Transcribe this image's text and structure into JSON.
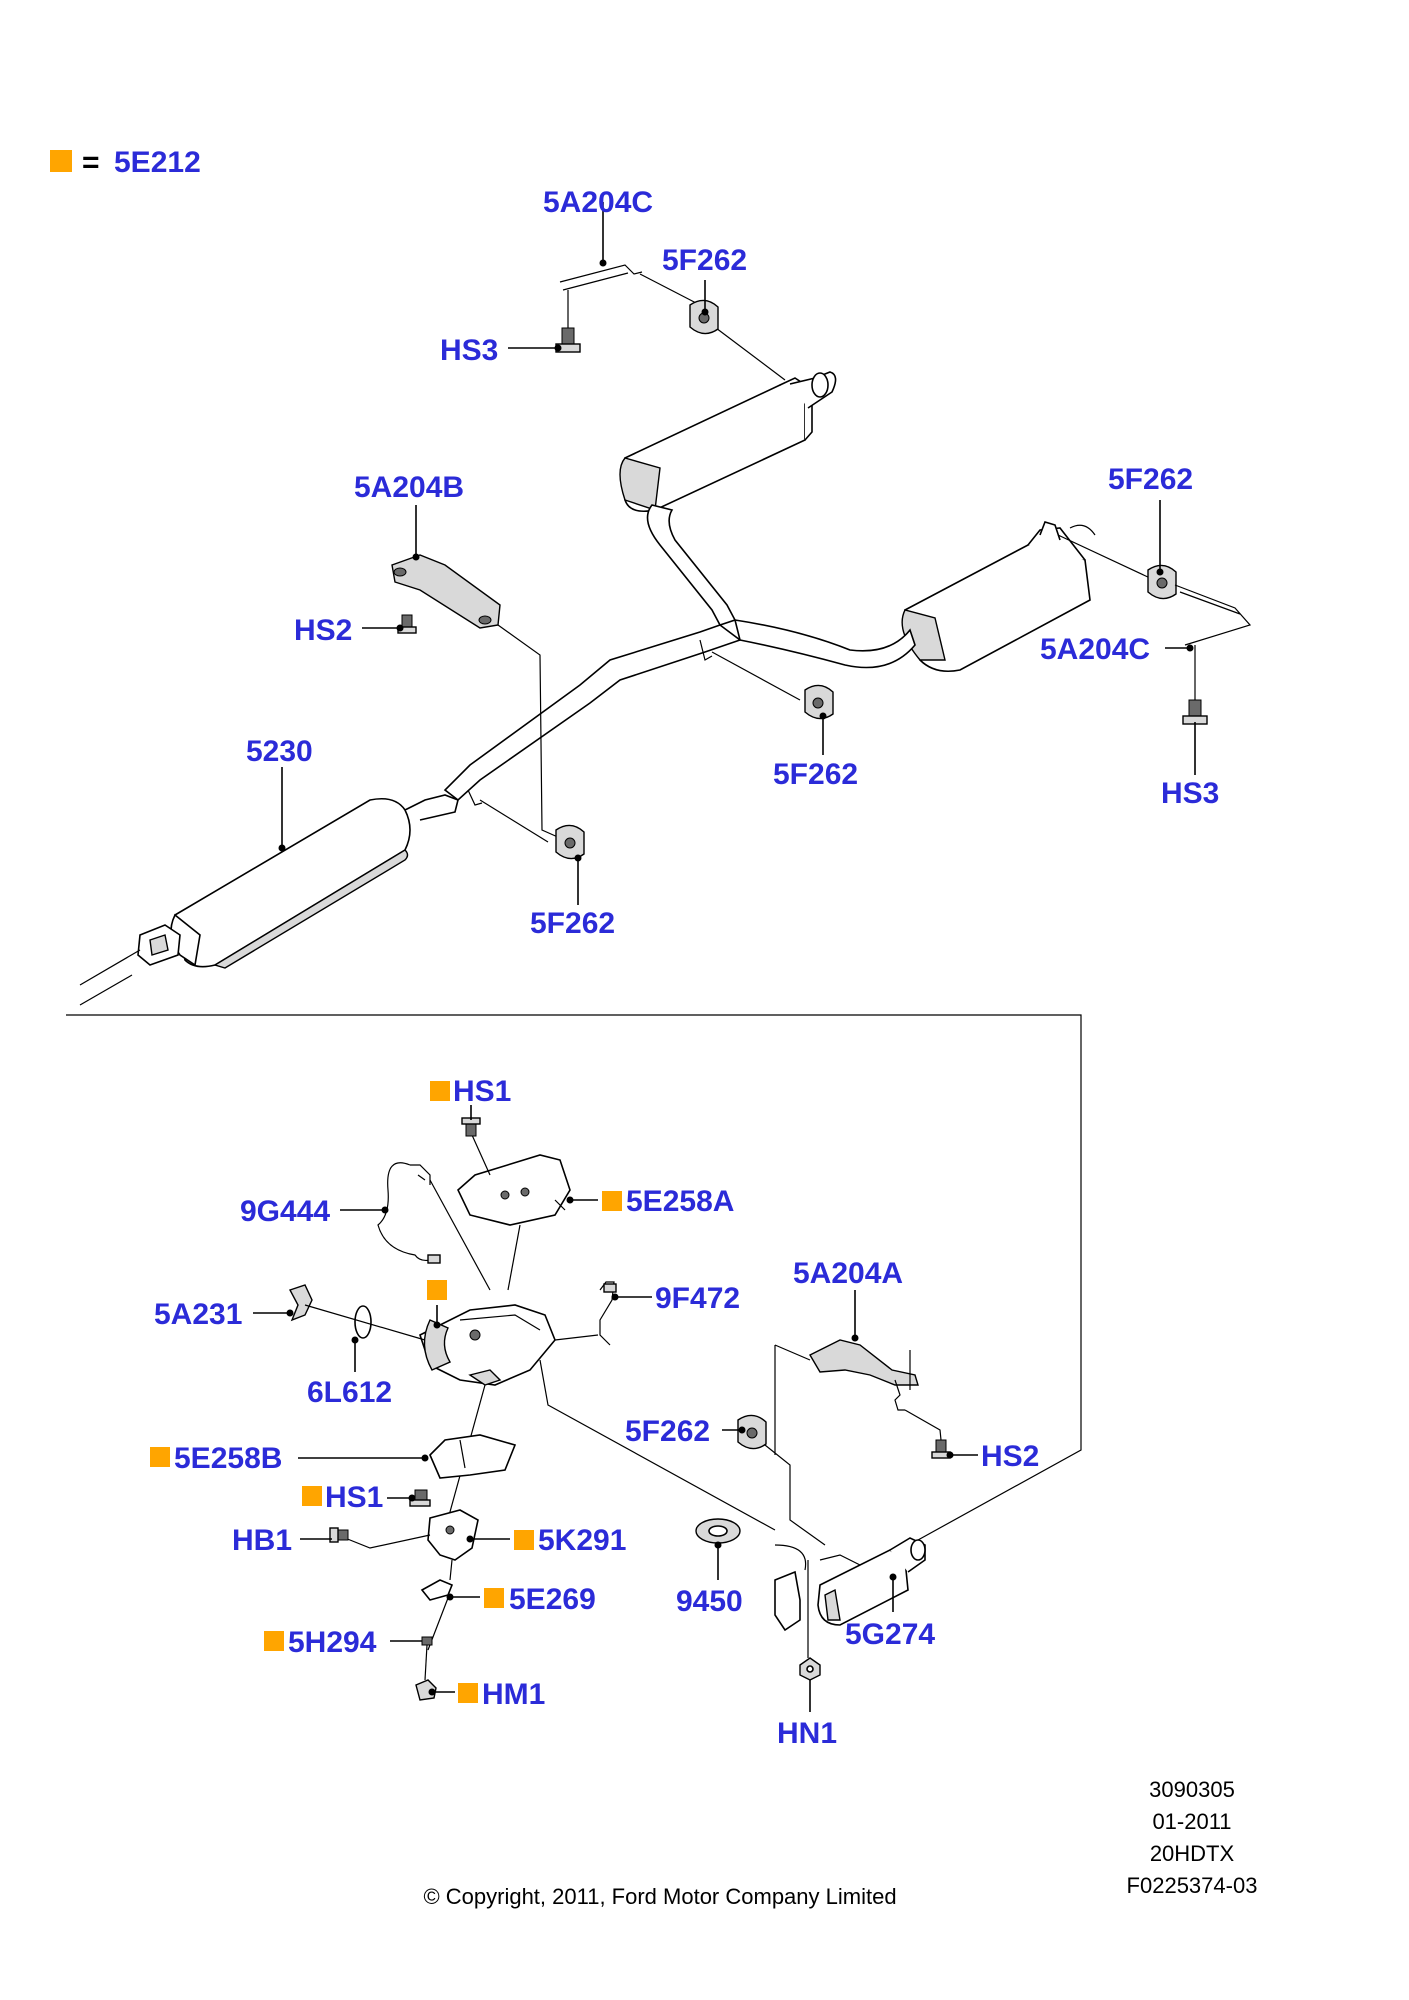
{
  "legend": {
    "equals": "=",
    "code": "5E212"
  },
  "colors": {
    "label": "#2b2bd8",
    "marker": "#ffa500",
    "line": "#000000"
  },
  "labels": {
    "upper_hanger_top": "5A204C",
    "upper_insulator_top": "5F262",
    "bolt_top": "HS3",
    "hanger_left": "5A204B",
    "bolt_left": "HS2",
    "right_insulator": "5F262",
    "right_hanger": "5A204C",
    "right_bolt": "HS3",
    "center_insulator": "5F262",
    "muffler_front": "5230",
    "front_insulator": "5F262",
    "heat_shield_bolt": "HS1",
    "sensor": "9G444",
    "heat_shield_a": "5E258A",
    "oxygen_sensor": "9F472",
    "clamp": "5A231",
    "gasket": "6L612",
    "lower_hanger": "5A204A",
    "lower_insulator": "5F262",
    "lower_bolt": "HS2",
    "heat_shield_b": "5E258B",
    "heat_shield_b_bolt": "HS1",
    "bracket_bolt": "HB1",
    "bracket": "5K291",
    "clip": "5E269",
    "stud": "5H294",
    "nut_hm1": "HM1",
    "gasket_9450": "9450",
    "resonator": "5G274",
    "nut_hn1": "HN1"
  },
  "footer": {
    "ref_1": "3090305",
    "ref_2": "01-2011",
    "ref_3": "20HDTX",
    "ref_4": "F0225374-03",
    "copyright": "© Copyright, 2011, Ford Motor Company Limited"
  }
}
